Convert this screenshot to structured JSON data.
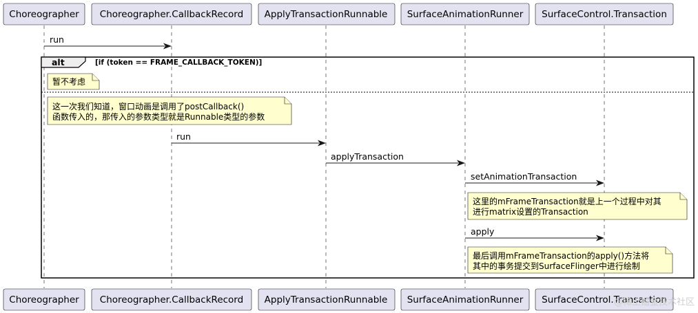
{
  "participants": [
    "Choreographer",
    "Choreographer.CallbackRecord",
    "ApplyTransactionRunnable",
    "SurfaceAnimationRunner",
    "SurfaceControl.Transaction"
  ],
  "messages": {
    "run_1": "run",
    "run_2": "run",
    "apply_transaction": "applyTransaction",
    "set_animation_transaction": "setAnimationTransaction",
    "apply": "apply"
  },
  "alt_frame": {
    "keyword": "alt",
    "guard": "[if (token == FRAME_CALLBACK_TOKEN)]"
  },
  "notes": {
    "not_considered": "暂不考虑",
    "callback_line1": "这一次我们知道，窗口动画是调用了postCallback()",
    "callback_line2": "函数传入的，那传入的参数类型就是Runnable类型的参数",
    "frame_tx_line1": "这里的mFrameTransaction就是上一个过程中对其",
    "frame_tx_line2": "进行matrix设置的Transaction",
    "final_line1": "最后调用mFrameTransaction的apply()方法将",
    "final_line2": "其中的事务提交到SurfaceFlinger中进行绘制"
  },
  "watermark": "@稀土掘金技术社区",
  "colors": {
    "participant_fill": "#e2e2f0",
    "note_fill": "#fefece",
    "frame_tab_fill": "#eeeeee",
    "line": "#181818"
  }
}
